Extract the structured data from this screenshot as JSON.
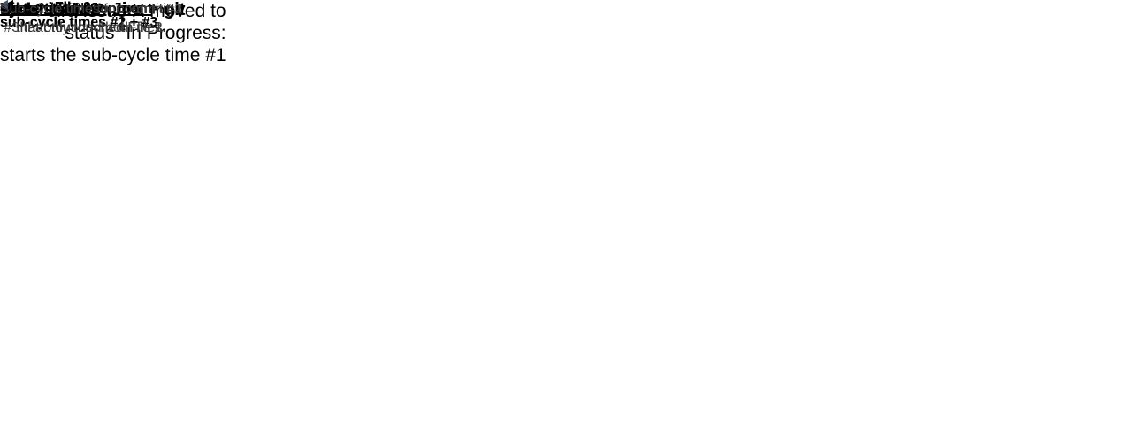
{
  "left_note": {
    "line1": "Jira Issue X moved to",
    "line2": "status “In Progress:",
    "line3": "starts the sub-cycle time #1"
  },
  "data_sources": {
    "jira": "Data source: Jira",
    "jira_git": "Data source: Jira + git"
  },
  "commits": {
    "c1": "commit #1",
    "c2": "commit #2",
    "cN": "commit #N"
  },
  "rows": {
    "file1": "File 1",
    "file2": "File 2"
  },
  "bars": {
    "cycle1": "cycle time #1",
    "cycle2": "cycle time #2",
    "cycle3_file1": "cycle time #3",
    "cycle3_file2": "cycle time #3"
  },
  "legend": {
    "title": "Time-in-Development",
    "file1_line1": "File 1 =",
    "file1_line2": "sub-cycle times #1 + #3",
    "file2_line1": "File 2 =",
    "file2_line2": "sub-cycle times #2 + #3"
  },
  "captions": {
    "c1_line1": "Sub-cycle time for commit #1",
    "c1_line2": "that only touched File 1.",
    "c2_line1": "Sub-cycle time for commit #2",
    "c2_line2": "that only touched File 2.",
    "c3_line1": "Sub-cycle times for commit",
    "c3_line2": "#3 that touched both files."
  },
  "colors": {
    "dash": "#1F3864",
    "measure": "#44546A",
    "bar": "#000000",
    "arrow": "#000000"
  }
}
